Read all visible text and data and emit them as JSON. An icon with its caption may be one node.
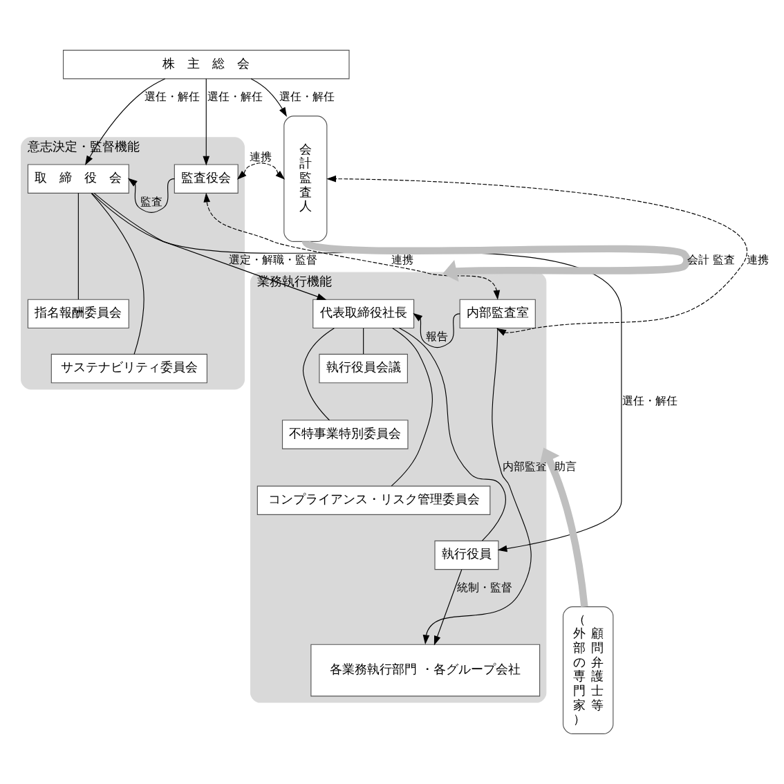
{
  "diagram": {
    "nodes": [
      {
        "text": [
          "株　主　総　会"
        ]
      },
      {
        "text": [
          "意志決定・監督機能"
        ]
      },
      {
        "text": [
          "取　締　役　会"
        ],
        "in": 1
      },
      {
        "text": [
          "監査役会"
        ],
        "in": 1
      },
      {
        "text": [
          "指名報酬委員会"
        ],
        "in": 1
      },
      {
        "text": [
          "サステナビリティ委員会"
        ],
        "in": 1
      },
      {
        "text": [
          "会計監査人"
        ]
      },
      {
        "text": [
          "業務執行機能"
        ]
      },
      {
        "text": [
          "代表取締役社長"
        ],
        "in": 7
      },
      {
        "text": [
          "内部監査室"
        ],
        "in": 7
      },
      {
        "text": [
          "執行役員会議"
        ],
        "in": 7
      },
      {
        "text": [
          "不特事業特別委員会"
        ],
        "in": 7
      },
      {
        "text": [
          "コンプライアンス・リスク管理委員会"
        ],
        "in": 7
      },
      {
        "text": [
          "執行役員"
        ],
        "in": 7
      },
      {
        "text": [
          "各業務執行部門 ・各グループ会社"
        ],
        "in": 7
      },
      {
        "text": [
          "（外部の専門家）",
          "顧問弁護士等"
        ]
      }
    ],
    "edges": [
      {
        "from": 0,
        "to": 2,
        "arrow": "to",
        "label": "選任・解任"
      },
      {
        "from": 0,
        "to": 3,
        "arrow": "to",
        "label": "選任・解任"
      },
      {
        "from": 0,
        "to": 6,
        "arrow": "to",
        "label": "選任・解任"
      },
      {
        "from": 3,
        "to": 2,
        "arrow": "to",
        "label": "監査"
      },
      {
        "from": 3,
        "to": 6,
        "arrow": "both",
        "label": "連携",
        "style": "dashed"
      },
      {
        "from": 2,
        "to": 4,
        "arrow": "none"
      },
      {
        "from": 2,
        "to": 5,
        "arrow": "none"
      },
      {
        "from": 2,
        "to": 8,
        "arrow": "to",
        "label": "選定・解職・監督"
      },
      {
        "from": 2,
        "to": 13,
        "arrow": "to",
        "label": "選任・解任"
      },
      {
        "from": 3,
        "to": 9,
        "arrow": "both",
        "label": "連携",
        "style": "dashed"
      },
      {
        "from": 9,
        "to": 8,
        "arrow": "to",
        "label": "報告"
      },
      {
        "from": 9,
        "to": 6,
        "arrow": "both",
        "label": "連携",
        "style": "dashed"
      },
      {
        "from": 8,
        "to": 10,
        "arrow": "none"
      },
      {
        "from": 8,
        "to": 11,
        "arrow": "none"
      },
      {
        "from": 8,
        "to": 12,
        "arrow": "none"
      },
      {
        "from": 8,
        "to": 13,
        "arrow": "none"
      },
      {
        "from": 13,
        "to": 14,
        "arrow": "to",
        "label": "統制・監督"
      },
      {
        "from": 9,
        "to": 14,
        "arrow": "to",
        "label": "内部監査"
      },
      {
        "from": 6,
        "to": 7,
        "arrow": "to",
        "label": "会計 監査",
        "style": "thick",
        "color": "#bfbfbf"
      },
      {
        "from": 15,
        "to": 7,
        "arrow": "to",
        "label": "助言",
        "style": "thick",
        "color": "#bfbfbf"
      }
    ]
  }
}
